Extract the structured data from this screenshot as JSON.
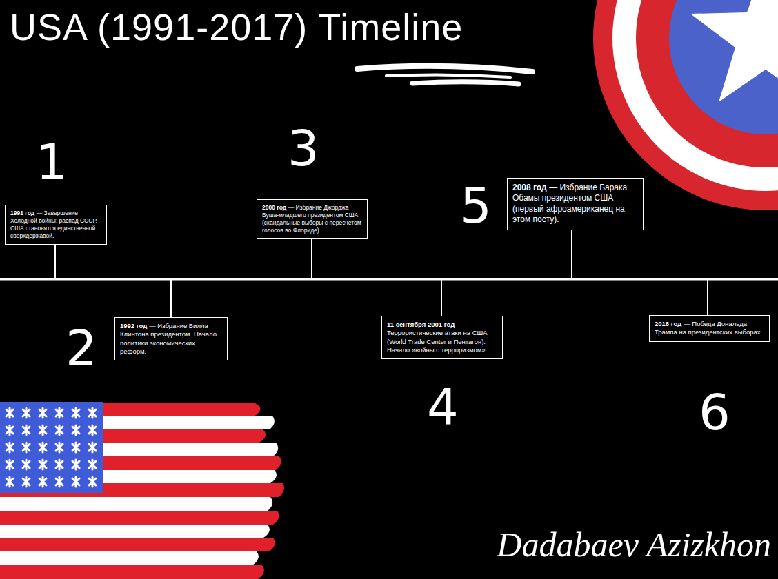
{
  "diagram": {
    "title": "USA (1991-2017) Timeline",
    "nodes": [
      {
        "text": [
          "1991 год",
          "— Завершение Холодной войны: распад СССР. США становятся единственной сверхдержавой."
        ]
      },
      {
        "text": [
          "1992 год",
          "— Избрание Билла Клинтона президентом. Начало политики экономических реформ."
        ]
      },
      {
        "text": [
          "2000 год",
          "— Избрание Джорджа Буша-младшего президентом США (скандальные выборы с пересчетом голосов во Флориде)."
        ]
      },
      {
        "text": [
          "11 сентября 2001 год",
          "— Террористические атаки на США (World Trade Center и Пентагон). Начало «войны с терроризмом»."
        ]
      },
      {
        "text": [
          "2008 год",
          "— Избрание Барака Обамы президентом США (первый афроамериканец на этом посту)."
        ]
      },
      {
        "text": [
          "2016 год",
          "— Победа Дональда Трампа на президентских выборах."
        ]
      }
    ],
    "labels": [
      "1",
      "2",
      "3",
      "4",
      "5",
      "6",
      "Dadabaev Azizkhon"
    ]
  }
}
